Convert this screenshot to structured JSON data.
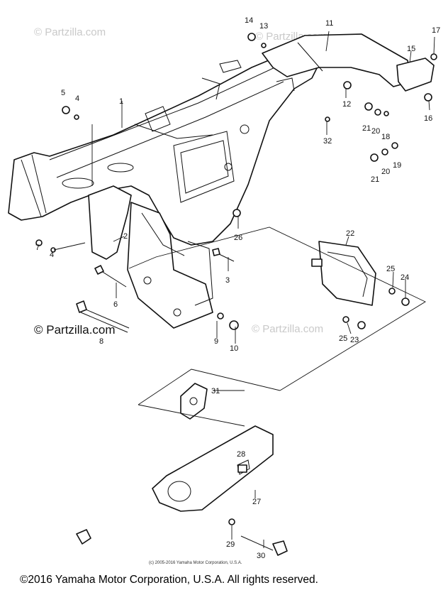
{
  "watermarks": {
    "top_left": "© Partzilla.com",
    "top_right": "© Partzilla.com",
    "mid_left": "© Partzilla.com",
    "mid_right": "© Partzilla.com"
  },
  "small_copyright": "(c) 2005-2016 Yamaha Motor Corporation, U.S.A.",
  "copyright": "©2016 Yamaha Motor Corporation, U.S.A. All rights reserved.",
  "callouts": [
    "1",
    "2",
    "3",
    "4",
    "4",
    "5",
    "6",
    "7",
    "8",
    "9",
    "10",
    "11",
    "12",
    "13",
    "14",
    "15",
    "16",
    "17",
    "18",
    "19",
    "20",
    "20",
    "21",
    "21",
    "22",
    "23",
    "24",
    "25",
    "25",
    "26",
    "27",
    "28",
    "29",
    "30",
    "31",
    "32"
  ]
}
